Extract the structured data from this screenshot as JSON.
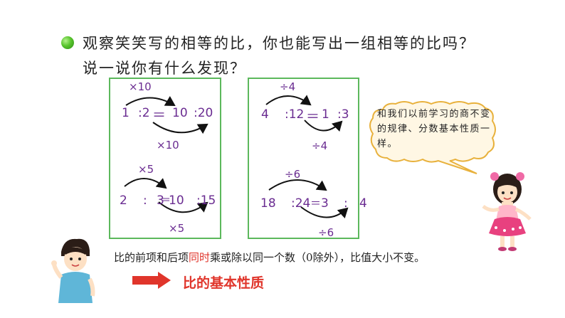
{
  "question": {
    "line1": "观察笑笑写的相等的比，你也能写出一组相等的比吗？",
    "line2": "说一说你有什么发现？"
  },
  "left_panel": {
    "top": {
      "ops_top": "×10",
      "a": "1",
      "colon1": ":2",
      "eq": "＝",
      "b": "10",
      "colon2": ":20",
      "ops_bottom": "×10"
    },
    "bottom": {
      "ops_top": "×5",
      "a": "2",
      "colon1": ":",
      "b1": "3",
      "eq": "＝",
      "b2": "10",
      "colon2": ":15",
      "ops_bottom": "×5"
    }
  },
  "right_panel": {
    "top": {
      "ops_top": "÷4",
      "a": "4",
      "colon1": ":12",
      "eq": "＝",
      "b": "1",
      "colon2": ":3",
      "ops_bottom": "÷4"
    },
    "bottom": {
      "ops_top": "÷6",
      "a": "18",
      "colon1": ":24",
      "eq": "＝",
      "b": "3",
      "colon2": ":",
      "c": "4",
      "ops_bottom": "÷6"
    }
  },
  "bubble": {
    "text": "和我们以前学习的商不变的规律、分数基本性质一样。"
  },
  "conclusion": {
    "prefix": "比的前项和后项",
    "highlight": "同时",
    "suffix": "乘或除以同一个数（0除外），比值大小不变。"
  },
  "property_label": "比的基本性质",
  "colors": {
    "accent": "#e0352b",
    "panel_border": "#5cb85c",
    "math": "#6a2c91"
  }
}
